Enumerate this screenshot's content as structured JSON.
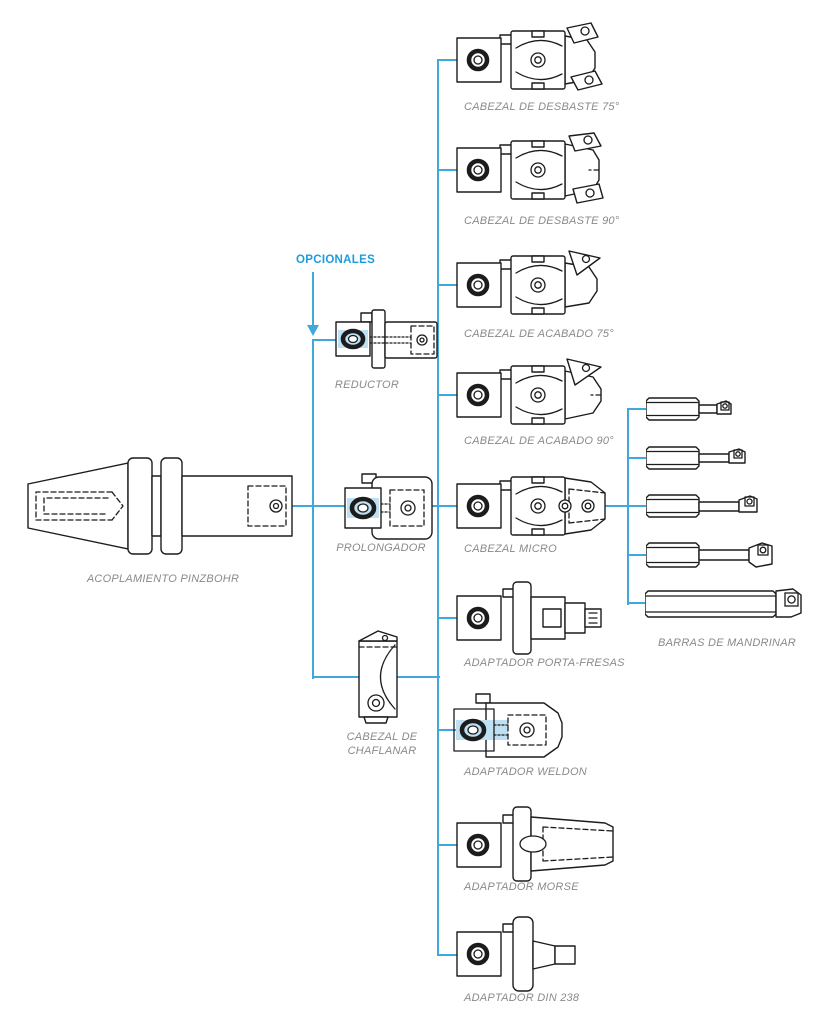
{
  "palette": {
    "line_blue": "#41a7dc",
    "highlight_blue": "#bfe0f2",
    "accent_text_blue": "#1e9cdc",
    "label_gray": "#8a8a8a",
    "stroke_dark": "#1c1c1c"
  },
  "diagram": {
    "root": {
      "label": "ACOPLAMIENTO PINZBOHR"
    },
    "optionals_title": "OPCIONALES",
    "optionals": [
      {
        "label": "REDUCTOR"
      },
      {
        "label": "PROLONGADOR"
      },
      {
        "label": "CABEZAL DE\nCHAFLANAR"
      }
    ],
    "attachments": [
      {
        "label": "CABEZAL DE DESBASTE 75°"
      },
      {
        "label": "CABEZAL DE DESBASTE 90°"
      },
      {
        "label": "CABEZAL DE ACABADO 75°"
      },
      {
        "label": "CABEZAL DE ACABADO 90°"
      },
      {
        "label": "CABEZAL MICRO"
      },
      {
        "label": "ADAPTADOR PORTA-FRESAS"
      },
      {
        "label": "ADAPTADOR WELDON"
      },
      {
        "label": "ADAPTADOR MORSE"
      },
      {
        "label": "ADAPTADOR DIN 238"
      }
    ],
    "boring_bars": {
      "label": "BARRAS DE MANDRINAR",
      "count": 5
    }
  }
}
